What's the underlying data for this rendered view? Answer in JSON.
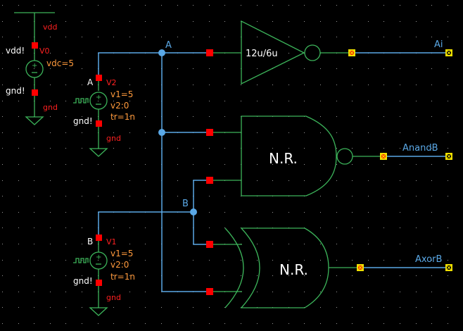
{
  "schematic": {
    "title": "Logic gate testbench schematic",
    "colors": {
      "background": "#000000",
      "wire": "#5aa8e6",
      "device": "#3cb45a",
      "pin": "#ff0000",
      "terminal": "#f0e000",
      "param_text": "#ff9a3c",
      "name_text": "#ff2020",
      "net_text": "#ffffff"
    },
    "sources": {
      "v0": {
        "instance": "V0",
        "type": "vdc",
        "param": "vdc=5",
        "top_net": "vdd!",
        "bottom_net": "gnd!",
        "supply_label": "vdd",
        "ground_label": "gnd"
      },
      "v2": {
        "instance": "V2",
        "type": "vpulse",
        "params": [
          "v1=5",
          "v2:0",
          "tr=1n"
        ],
        "top_net": "A",
        "bottom_net": "gnd!",
        "ground_label": "gnd"
      },
      "v1": {
        "instance": "V1",
        "type": "vpulse",
        "params": [
          "v1=5",
          "v2:0",
          "tr=1n"
        ],
        "top_net": "B",
        "bottom_net": "gnd!",
        "ground_label": "gnd"
      }
    },
    "nets": {
      "a": "A",
      "b": "B"
    },
    "gates": {
      "inverter": {
        "label": "12u/6u",
        "output_pin": "Ai"
      },
      "nand": {
        "label": "N.R.",
        "output_pin": "AnandB"
      },
      "xor": {
        "label": "N.R.",
        "output_pin": "AxorB"
      }
    }
  }
}
